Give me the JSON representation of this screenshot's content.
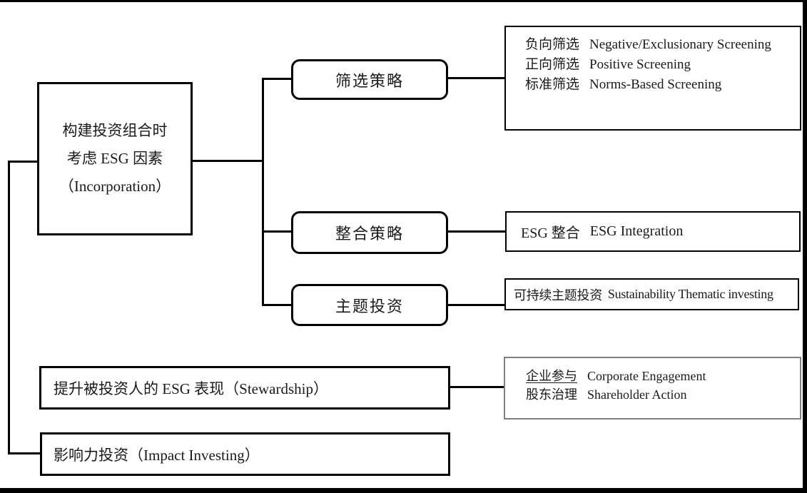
{
  "diagram": {
    "incorporation": {
      "line1": "构建投资组合时",
      "line2": "考虑 ESG 因素",
      "line3": "（Incorporation）"
    },
    "nodes": {
      "screening": "筛选策略",
      "integration": "整合策略",
      "thematic": "主题投资"
    },
    "screening_details": [
      {
        "zh": "负向筛选",
        "en": "Negative/Exclusionary Screening"
      },
      {
        "zh": "正向筛选",
        "en": "Positive Screening"
      },
      {
        "zh": "标准筛选",
        "en": "Norms-Based Screening"
      }
    ],
    "integration_detail": {
      "zh": "ESG 整合",
      "en": "ESG Integration"
    },
    "thematic_detail": {
      "zh": "可持续主题投资",
      "en": "Sustainability Thematic investing"
    },
    "stewardship": {
      "label": "提升被投资人的 ESG 表现（Stewardship）"
    },
    "stewardship_details": [
      {
        "zh": "企业参与",
        "en": "Corporate Engagement"
      },
      {
        "zh": "股东治理",
        "en": "Shareholder Action"
      }
    ],
    "impact": {
      "label": "影响力投资（Impact Investing）"
    }
  },
  "colors": {
    "line": "#000000",
    "background": "#ffffff",
    "engagement_border": "#7f7f7f"
  }
}
